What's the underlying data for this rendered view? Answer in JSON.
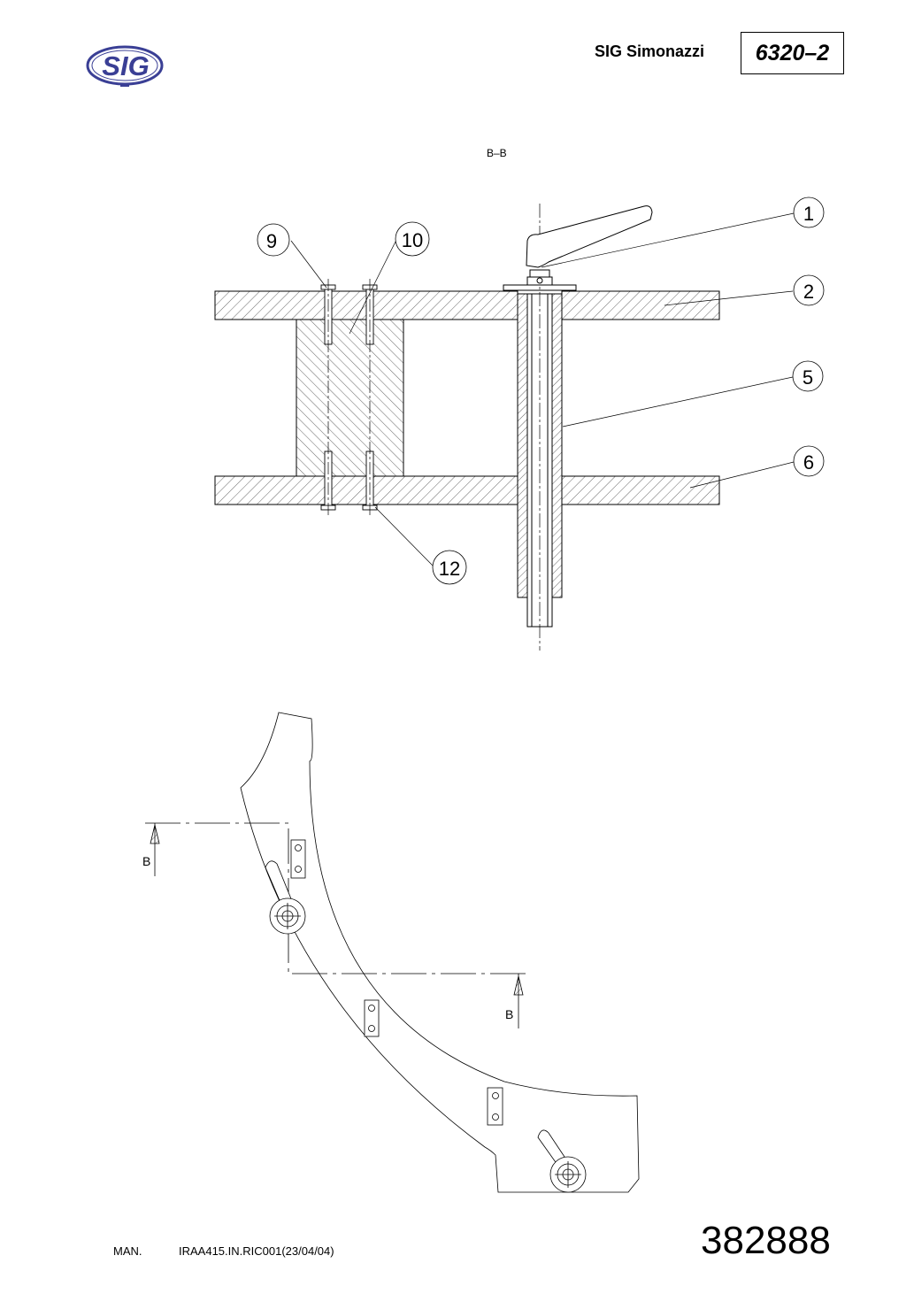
{
  "header": {
    "logo_text": "SIG",
    "brand": "SIG Simonazzi",
    "doc_number": "6320–2"
  },
  "drawing": {
    "section_title": "B–B",
    "callouts": [
      "1",
      "2",
      "5",
      "6",
      "9",
      "10",
      "12"
    ],
    "section_marker_labels": [
      "B",
      "B"
    ]
  },
  "footer": {
    "man_label": "MAN.",
    "ref_code": "IRAA415.IN.RIC001(23/04/04)",
    "part_number": "382888"
  }
}
